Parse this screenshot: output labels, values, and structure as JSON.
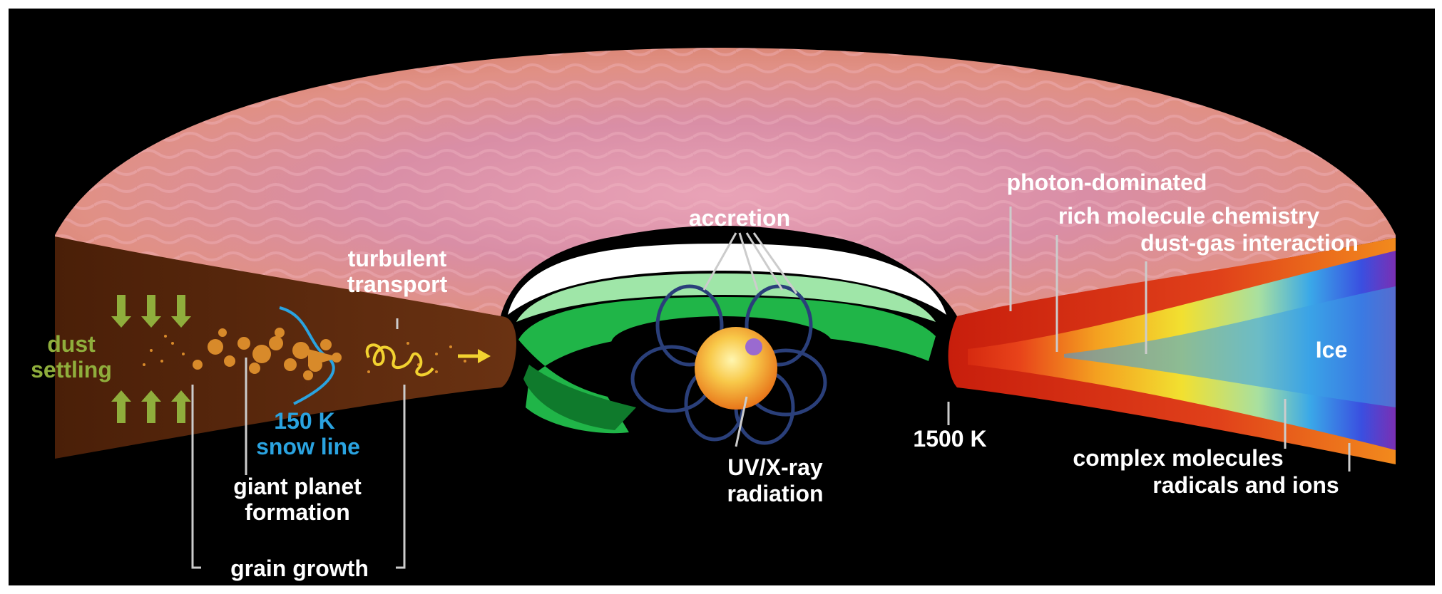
{
  "labels": {
    "dust_settling": [
      "dust",
      "settling"
    ],
    "turbulent_transport": [
      "turbulent",
      "transport"
    ],
    "snow_line": [
      "150 K",
      "snow line"
    ],
    "giant_planet_formation": [
      "giant planet",
      "formation"
    ],
    "grain_growth": "grain growth",
    "accretion": "accretion",
    "uv_xray_radiation": [
      "UV/X-ray",
      "radiation"
    ],
    "temp_1500k": "1500 K",
    "photon_dominated": "photon-dominated",
    "rich_molecule_chemistry": "rich molecule chemistry",
    "dust_gas_interaction": "dust-gas interaction",
    "ice": "Ice",
    "complex_molecules": "complex molecules",
    "radicals_and_ions": "radicals and ions"
  },
  "colors": {
    "background": "#000000",
    "disk_surface": "#d98a8a",
    "dust_green": "#8fae3c",
    "snow_line_blue": "#2aa3e0",
    "label_white": "#ffffff",
    "yellow_arrow": "#f2d230",
    "dark_disk": "#5a2a0e",
    "inner_green": "#1fbf4a",
    "star_core": "#f5a623",
    "ice_violet": "#7a2fb3"
  },
  "icons": [
    "down-arrow-icon",
    "up-arrow-icon",
    "right-arrow-icon",
    "magnetic-loop-icon",
    "star-icon"
  ]
}
